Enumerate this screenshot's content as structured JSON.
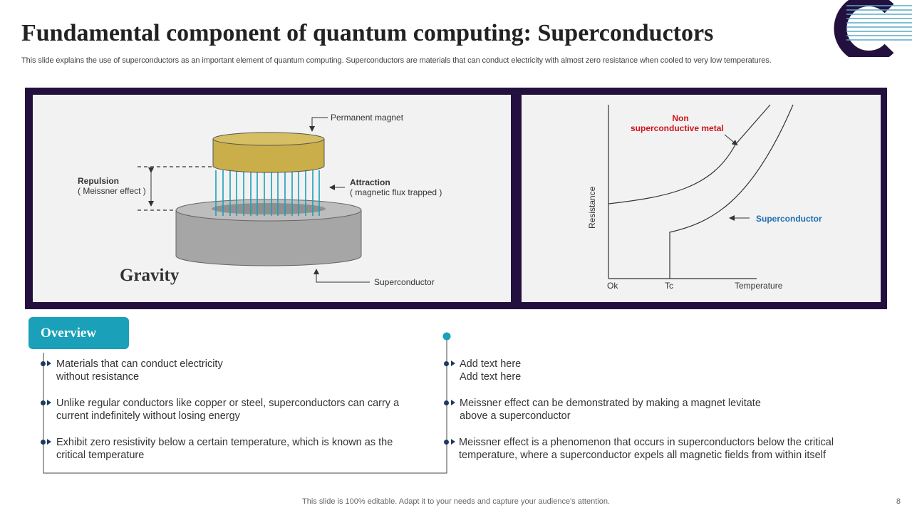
{
  "header": {
    "title": "Fundamental component of quantum computing: Superconductors",
    "subtitle": "This slide explains the use of superconductors as an important element of quantum computing. Superconductors are materials that can conduct electricity with almost zero resistance when cooled to very low temperatures."
  },
  "diagram": {
    "permanent_magnet": "Permanent magnet",
    "repulsion": "Repulsion",
    "repulsion_sub": "( Meissner effect )",
    "attraction": "Attraction",
    "attraction_sub": "( magnetic flux trapped )",
    "superconductor": "Superconductor",
    "gravity": "Gravity",
    "colors": {
      "magnet": "#c9ae4a",
      "superconductor": "#a6a6a6",
      "flux_lines": "#1aa0b8"
    }
  },
  "graph": {
    "ylabel": "Resistance",
    "xlabel": "Temperature",
    "tick_ok": "Ok",
    "tick_tc": "Tc",
    "metal_line1": "Non",
    "metal_line2": "superconductive metal",
    "superconductor_label": "Superconductor",
    "colors": {
      "metal": "#d0121b",
      "superconductor": "#1f6fb0"
    }
  },
  "overview": {
    "title": "Overview",
    "left": [
      {
        "line1": "Materials that can conduct electricity",
        "line2": "without resistance"
      },
      {
        "line1": "Unlike regular conductors like copper or steel, superconductors can carry a",
        "line2": "current indefinitely  without losing energy"
      },
      {
        "line1": "Exhibit zero resistivity below a certain temperature, which is known as the",
        "line2": "critical temperature"
      }
    ],
    "right": [
      {
        "line1": "Add text here",
        "line2": "Add text here"
      },
      {
        "line1": "Meissner effect can be demonstrated by making a magnet levitate",
        "line2": "above a superconductor"
      },
      {
        "line1": "Meissner effect is a phenomenon that occurs in superconductors below the critical",
        "line2": "temperature, where a superconductor expels all magnetic fields from within itself"
      }
    ]
  },
  "footer": {
    "note": "This slide is 100% editable. Adapt it to your needs and capture your audience's attention.",
    "page": "8"
  },
  "theme": {
    "frame": "#24103f",
    "accent": "#1aa0b8",
    "logo": "#24103f"
  }
}
